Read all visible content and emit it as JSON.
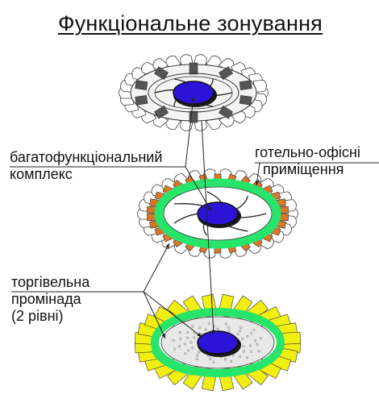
{
  "title": "Функціональне зонування",
  "labels": {
    "multifunctional": [
      "багатофункціональний",
      "комплекс"
    ],
    "hotel_office": [
      "готельно-офісні",
      "приміщення"
    ],
    "promenade": [
      "торгівельна",
      "промінада",
      "(2 рівні)"
    ]
  },
  "levels": [
    {
      "id": "top-floor",
      "ring": "outline",
      "petals": "white"
    },
    {
      "id": "middle-floor",
      "ring": "green",
      "petals": "white-with-orange-units"
    },
    {
      "id": "bottom-floor",
      "ring": "green",
      "petals": "yellow"
    }
  ],
  "colors": {
    "core": "#2b14d8",
    "green_ring": "#27e46a",
    "orange_units": "#d8772a",
    "yellow_units": "#f2ee10",
    "line": "#222222"
  }
}
